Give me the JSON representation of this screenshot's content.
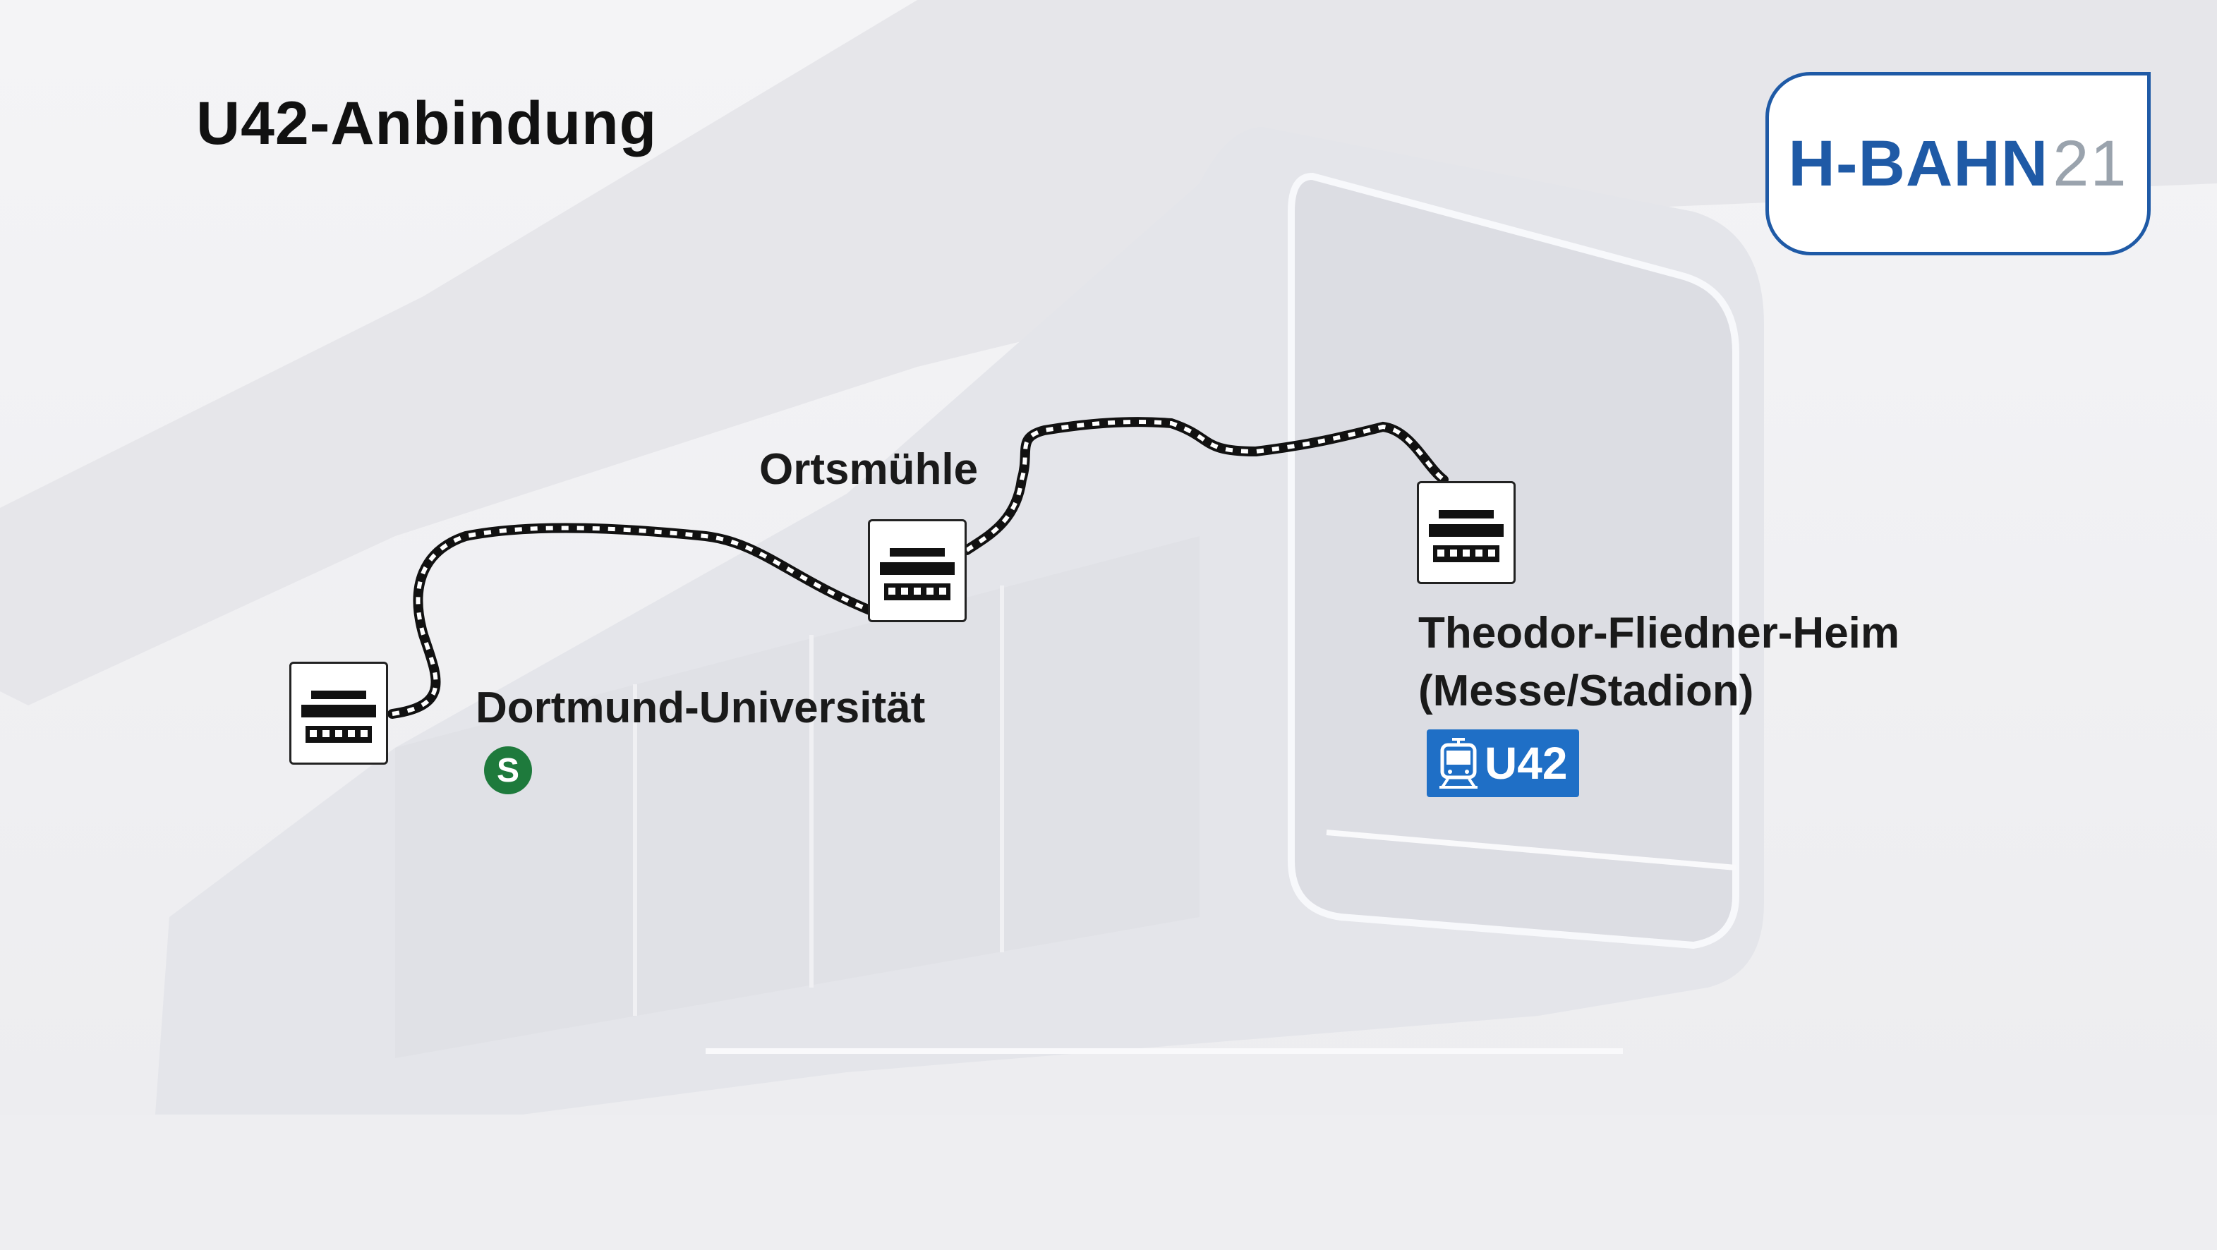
{
  "title": "U42-Anbindung",
  "logo": {
    "main": "H-BAHN",
    "suffix": "21",
    "color": "#1f5aa6"
  },
  "stations": [
    {
      "name": "Dortmund-Universität",
      "icon": "station-icon",
      "connection": "s-bahn-icon"
    },
    {
      "name": "Ortsmühle",
      "icon": "station-icon"
    },
    {
      "name_line1": "Theodor-Fliedner-Heim",
      "name_line2": "(Messe/Stadion)",
      "icon": "station-icon",
      "connection": "tram-icon"
    }
  ],
  "connections": {
    "sbahn_label": "S",
    "sbahn_color": "#1e7a3c",
    "ubahn_label": "U42",
    "ubahn_color": "#1f6fc6"
  },
  "route": {
    "line_color": "#111111",
    "dash_color": "#ffffff"
  }
}
